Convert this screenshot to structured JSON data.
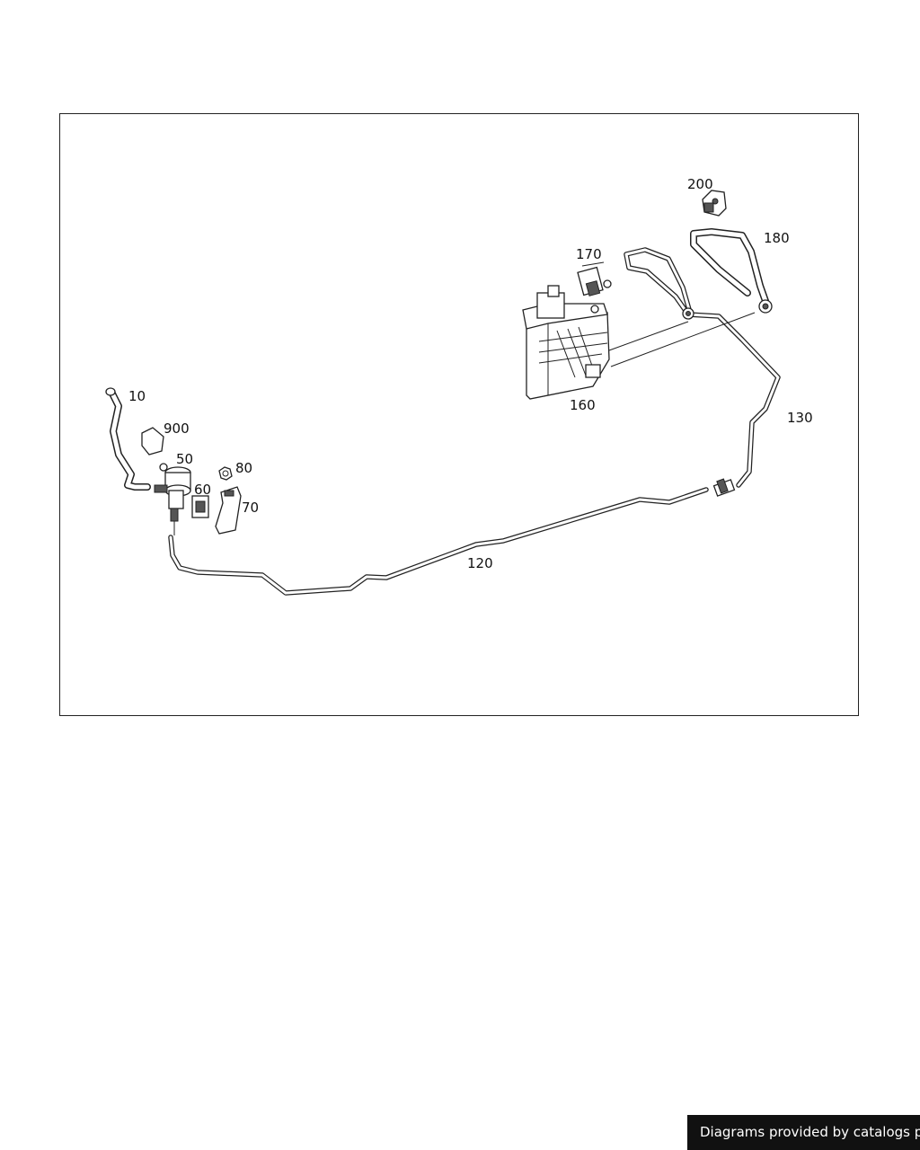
{
  "diagram": {
    "callouts": {
      "p10": "10",
      "p50": "50",
      "p60": "60",
      "p70": "70",
      "p80": "80",
      "p120": "120",
      "p130": "130",
      "p160": "160",
      "p170": "170",
      "p180": "180",
      "p200": "200",
      "p900": "900"
    }
  },
  "footer": {
    "credit": "Diagrams provided by catalogs parts"
  }
}
